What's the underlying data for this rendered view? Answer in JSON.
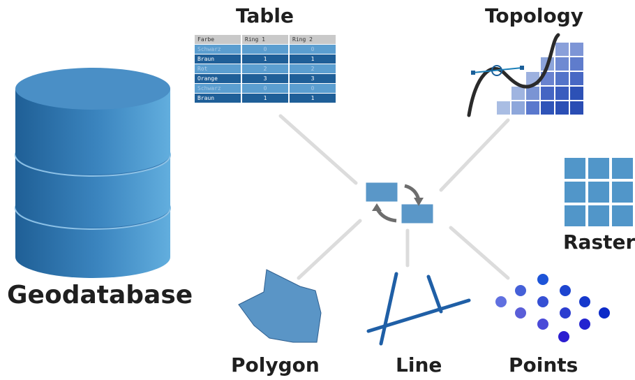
{
  "labels": {
    "geodatabase": "Geodatabase",
    "table": "Table",
    "topology": "Topology",
    "raster": "Raster",
    "polygon": "Polygon",
    "line": "Line",
    "points": "Points"
  },
  "table": {
    "headers": [
      "Farbe",
      "Ring 1",
      "Ring 2"
    ],
    "rows": [
      [
        "Schwarz",
        "0",
        "0"
      ],
      [
        "Braun",
        "1",
        "1"
      ],
      [
        "Rot",
        "2",
        "2"
      ],
      [
        "Orange",
        "3",
        "3"
      ],
      [
        "Schwarz",
        "0",
        "0"
      ],
      [
        "Braun",
        "1",
        "1"
      ]
    ]
  },
  "colors": {
    "cylinder": "#3f82b8",
    "raster_cell": "#5196c9",
    "table_row_light": "#5b9ed0",
    "table_row_dark": "#1f5f98",
    "connector": "#dcdcdc",
    "line_feature": "#1f5fa6",
    "polygon": "#5a95c6"
  }
}
